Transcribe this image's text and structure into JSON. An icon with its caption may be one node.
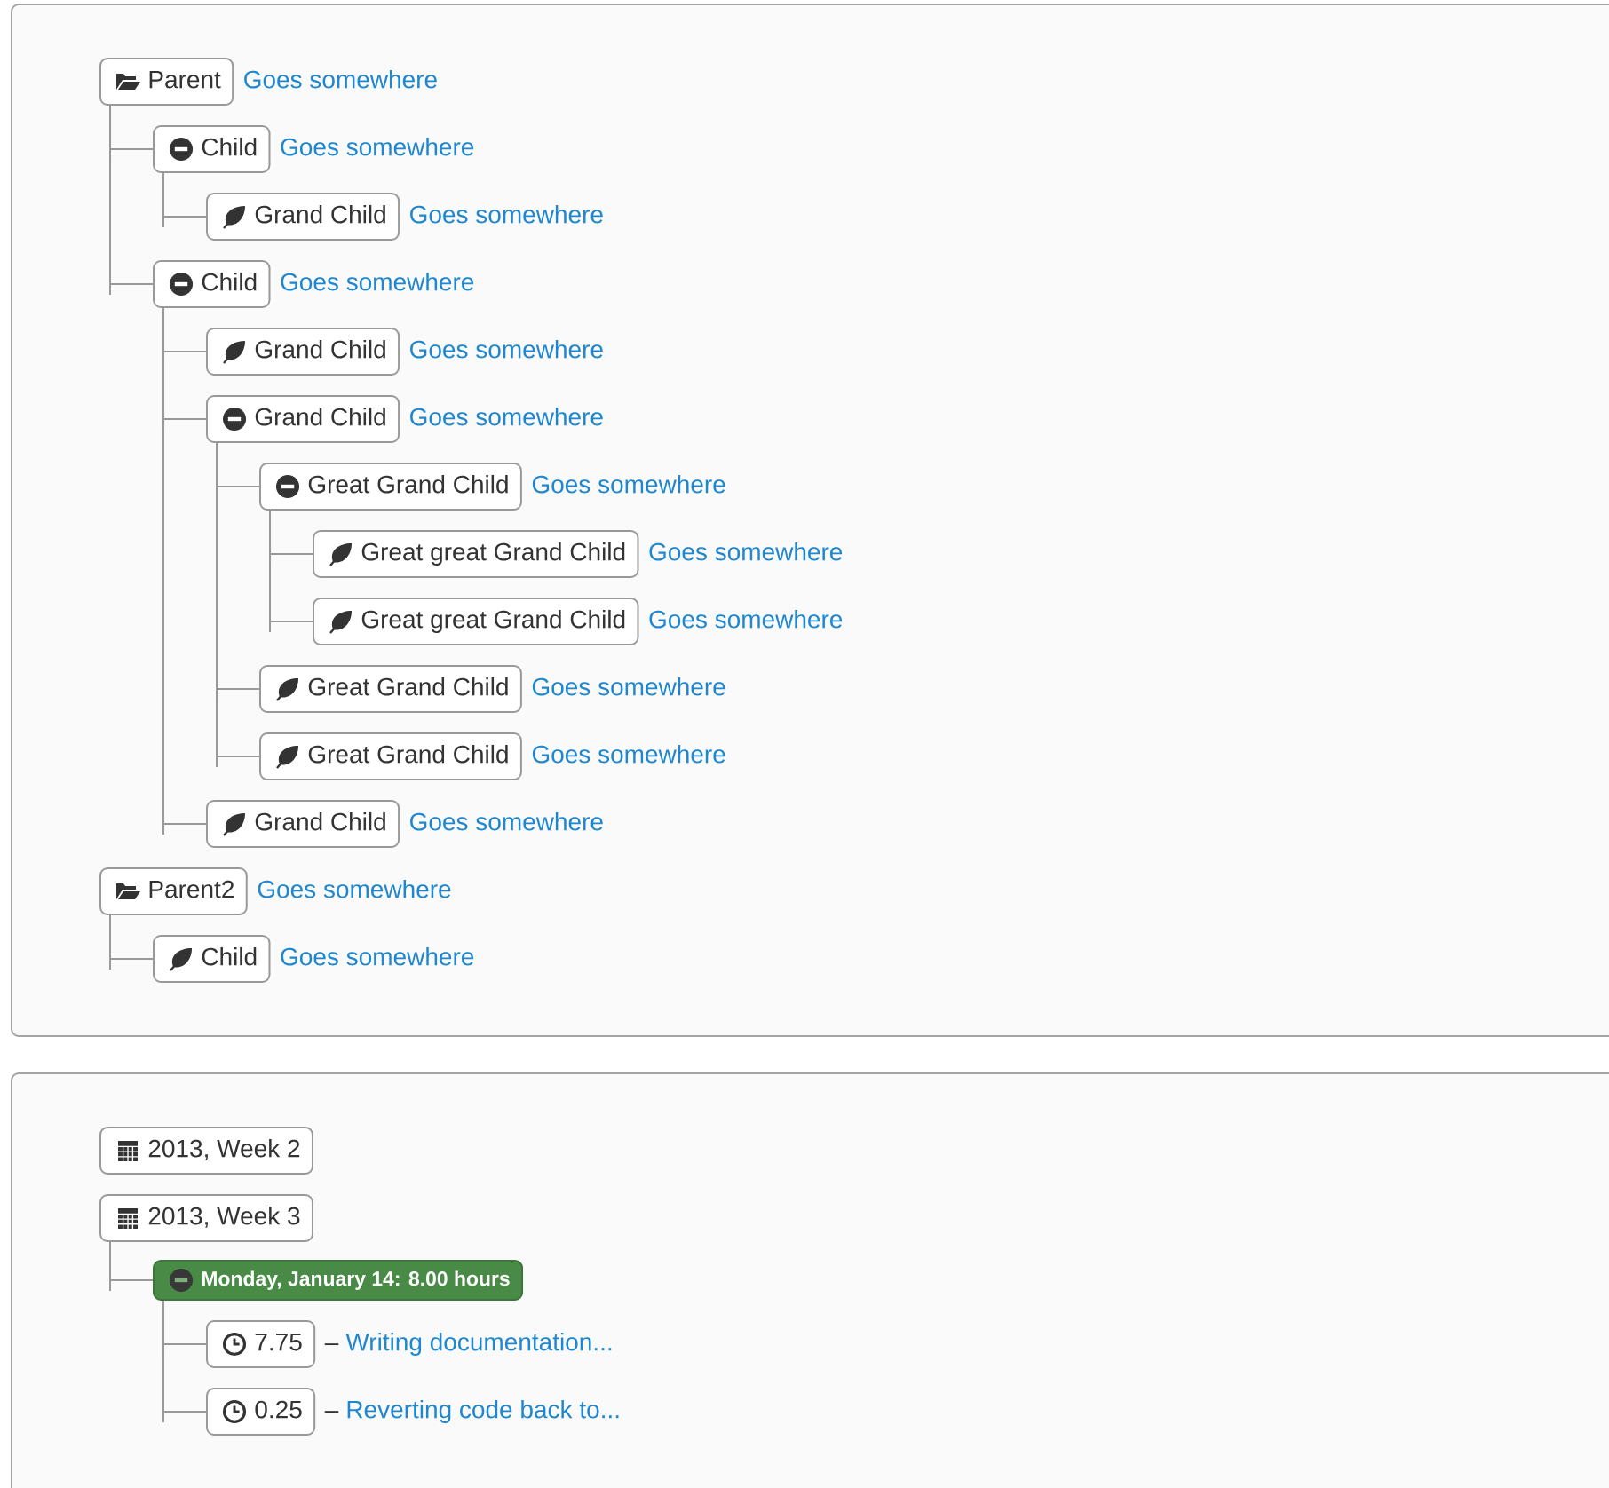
{
  "diagram": {
    "nodes": [
      {
        "text": [],
        "shape": "box"
      },
      {
        "text": [
          "Parent"
        ],
        "beside": [
          "Goes somewhere"
        ],
        "in": 0
      },
      {
        "text": [
          "Child"
        ],
        "beside": [
          "Goes somewhere"
        ],
        "in": 0
      },
      {
        "text": [
          "Grand Child"
        ],
        "beside": [
          "Goes somewhere"
        ],
        "in": 0
      },
      {
        "text": [
          "Child"
        ],
        "beside": [
          "Goes somewhere"
        ],
        "in": 0
      },
      {
        "text": [
          "Grand Child"
        ],
        "beside": [
          "Goes somewhere"
        ],
        "in": 0
      },
      {
        "text": [
          "Grand Child"
        ],
        "beside": [
          "Goes somewhere"
        ],
        "in": 0
      },
      {
        "text": [
          "Great Grand Child"
        ],
        "beside": [
          "Goes somewhere"
        ],
        "in": 0
      },
      {
        "text": [
          "Great great Grand Child"
        ],
        "beside": [
          "Goes somewhere"
        ],
        "in": 0
      },
      {
        "text": [
          "Great great Grand Child"
        ],
        "beside": [
          "Goes somewhere"
        ],
        "in": 0
      },
      {
        "text": [
          "Great Grand Child"
        ],
        "beside": [
          "Goes somewhere"
        ],
        "in": 0
      },
      {
        "text": [
          "Great Grand Child"
        ],
        "beside": [
          "Goes somewhere"
        ],
        "in": 0
      },
      {
        "text": [
          "Grand Child"
        ],
        "beside": [
          "Goes somewhere"
        ],
        "in": 0
      },
      {
        "text": [
          "Parent2"
        ],
        "beside": [
          "Goes somewhere"
        ],
        "in": 0
      },
      {
        "text": [
          "Child"
        ],
        "beside": [
          "Goes somewhere"
        ],
        "in": 0
      },
      {
        "text": [],
        "shape": "box"
      },
      {
        "text": [
          "2013, Week 2"
        ],
        "in": 15
      },
      {
        "text": [
          "2013, Week 3"
        ],
        "in": 15
      },
      {
        "text": [
          "Monday, January 14: 8.00 hours"
        ],
        "in": 15
      },
      {
        "text": [
          "7.75"
        ],
        "beside": [
          "–",
          "Writing documentation..."
        ],
        "in": 15
      },
      {
        "text": [
          "0.25"
        ],
        "beside": [
          "–",
          "Reverting code back to..."
        ],
        "in": 15
      }
    ],
    "edges": [
      {
        "from": 1,
        "to": 2,
        "arrow": "none"
      },
      {
        "from": 2,
        "to": 3,
        "arrow": "none"
      },
      {
        "from": 1,
        "to": 4,
        "arrow": "none"
      },
      {
        "from": 4,
        "to": 5,
        "arrow": "none"
      },
      {
        "from": 4,
        "to": 6,
        "arrow": "none"
      },
      {
        "from": 6,
        "to": 7,
        "arrow": "none"
      },
      {
        "from": 7,
        "to": 8,
        "arrow": "none"
      },
      {
        "from": 7,
        "to": 9,
        "arrow": "none"
      },
      {
        "from": 6,
        "to": 10,
        "arrow": "none"
      },
      {
        "from": 6,
        "to": 11,
        "arrow": "none"
      },
      {
        "from": 4,
        "to": 12,
        "arrow": "none"
      },
      {
        "from": 13,
        "to": 14,
        "arrow": "none"
      },
      {
        "from": 17,
        "to": 18,
        "arrow": "none"
      },
      {
        "from": 18,
        "to": 19,
        "arrow": "none"
      },
      {
        "from": 18,
        "to": 20,
        "arrow": "none"
      }
    ]
  }
}
